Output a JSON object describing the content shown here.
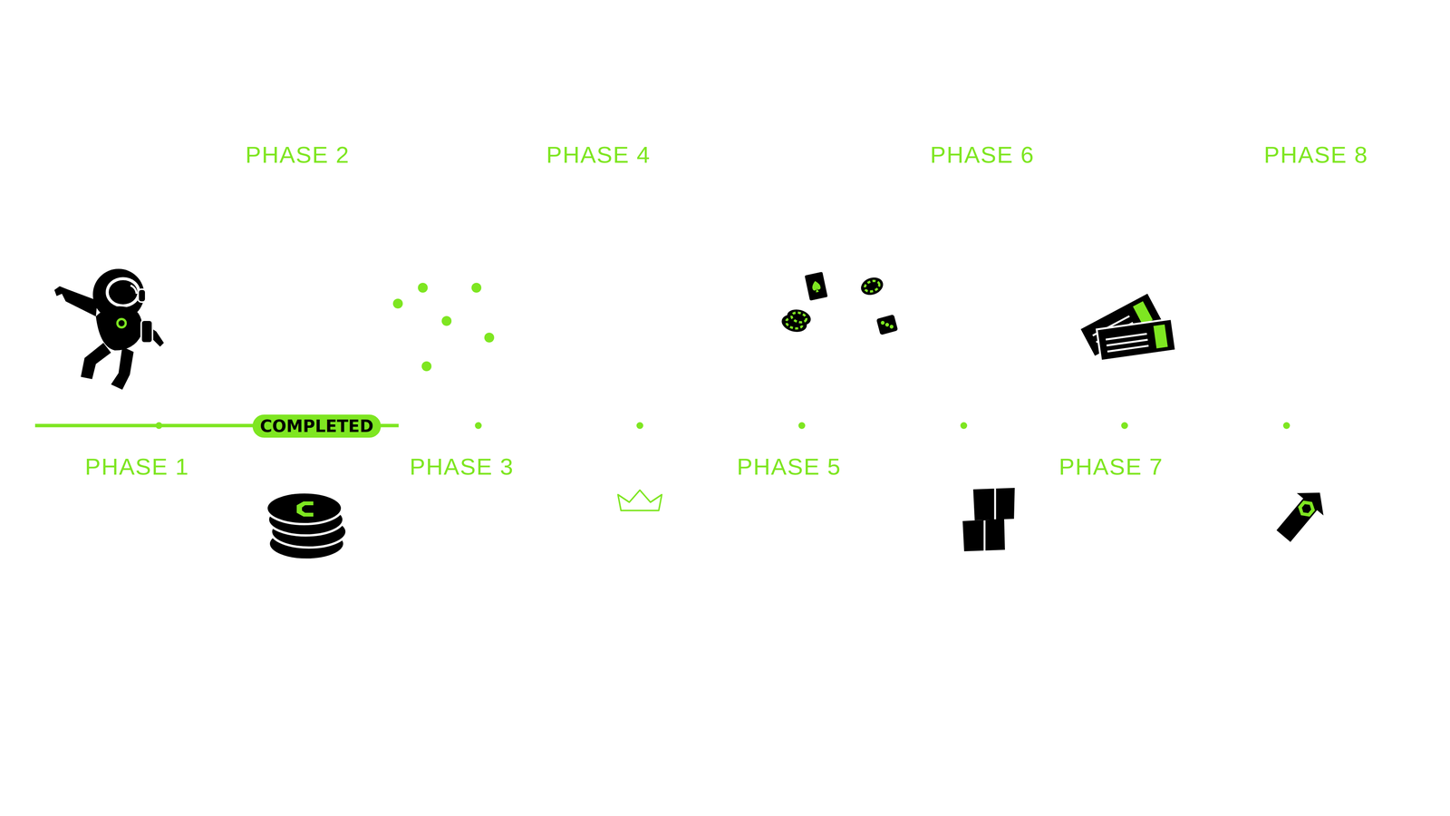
{
  "diagram": {
    "nodes": [
      {
        "text": [
          "COMPLETED"
        ]
      }
    ],
    "labels": [
      "PHASE 1",
      "PHASE 2",
      "PHASE 3",
      "PHASE 4",
      "PHASE 5",
      "PHASE 6",
      "PHASE 7",
      "PHASE 8"
    ]
  }
}
